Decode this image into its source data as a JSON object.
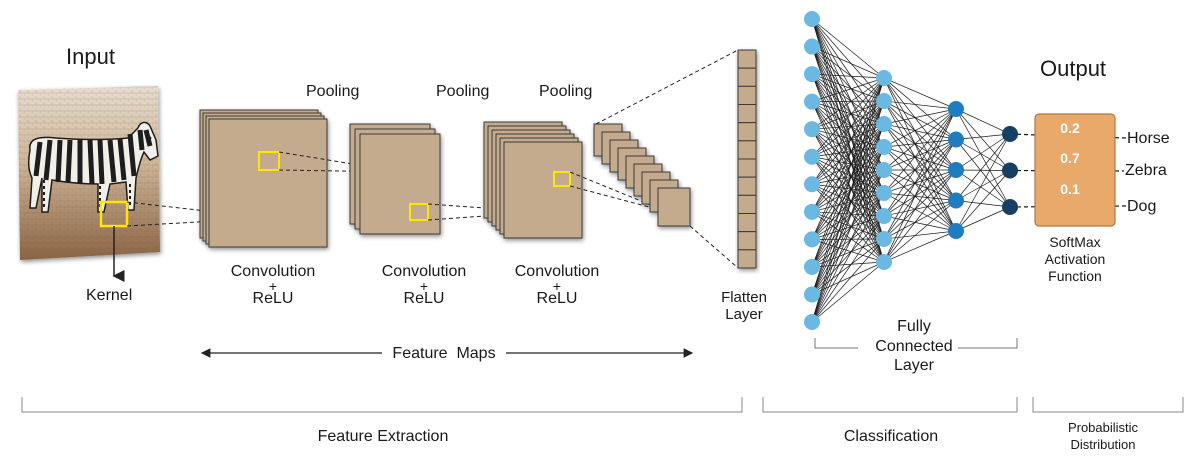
{
  "labels": {
    "input": "Input",
    "output": "Output",
    "kernel": "Kernel",
    "pooling1": "Pooling",
    "pooling2": "Pooling",
    "pooling3": "Pooling",
    "conv1_line1": "Convolution",
    "conv1_line2": "+",
    "conv1_line3": "ReLU",
    "conv2_line1": "Convolution",
    "conv2_line2": "+",
    "conv2_line3": "ReLU",
    "conv3_line1": "Convolution",
    "conv3_line2": "+",
    "conv3_line3": "ReLU",
    "feature_maps": "Feature  Maps",
    "flatten_line1": "Flatten",
    "flatten_line2": "Layer",
    "fc_line1": "Fully",
    "fc_line2": "Connected",
    "fc_line3": "Layer",
    "softmax_line1": "SoftMax",
    "softmax_line2": "Activation",
    "softmax_line3": "Function",
    "feature_extraction": "Feature Extraction",
    "classification": "Classification",
    "prob_line1": "Probabilistic",
    "prob_line2": "Distribution"
  },
  "outputs": [
    {
      "prob": "0.2",
      "class": "Horse"
    },
    {
      "prob": "0.7",
      "class": "Zebra"
    },
    {
      "prob": "0.1",
      "class": "Dog"
    }
  ],
  "network": {
    "input_neurons": 12,
    "hidden1_neurons": 9,
    "hidden2_neurons": 5,
    "output_neurons": 3
  },
  "colors": {
    "feature_map_fill": "#c4ab8d",
    "feature_map_stroke": "#3a3a3a",
    "kernel_box": "#ffe600",
    "neuron_light": "#6bb9e3",
    "neuron_mid": "#1e7dc0",
    "neuron_dark": "#173f66",
    "softmax_fill": "#e8a96a",
    "softmax_stroke": "#b07a45",
    "zebra_bg": "#a8866a"
  }
}
